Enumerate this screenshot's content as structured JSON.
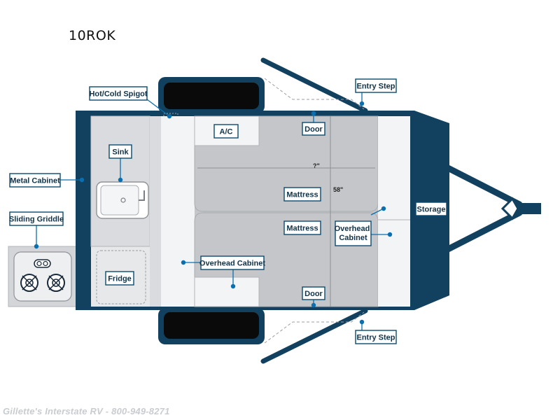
{
  "model": "10ROK",
  "footer_text": "Gillette's Interstate RV - 800-949-8271",
  "colors": {
    "frame": "#12405f",
    "accent": "#0a6fb0",
    "floor": "#c4c6c9",
    "cabinet": "#e7e8ea",
    "tire": "#0a0a0a"
  },
  "labels": {
    "hot_cold_spigot": "Hot/Cold Spigot",
    "entry_step_top": "Entry Step",
    "entry_step_bottom": "Entry Step",
    "ac": "A/C",
    "door_top": "Door",
    "door_bottom": "Door",
    "sink": "Sink",
    "metal_cabinet": "Metal Cabinet",
    "mattress_upper": "Mattress",
    "mattress_lower": "Mattress",
    "storage": "Storage",
    "overhead_cabinet_front": "Overhead\nCabinet",
    "sliding_griddle": "Sliding Griddle",
    "overhead_cabinet_side": "Overhead Cabinet",
    "fridge": "Fridge"
  },
  "dimensions": {
    "width_label": "?\"",
    "length_label": "58\""
  }
}
